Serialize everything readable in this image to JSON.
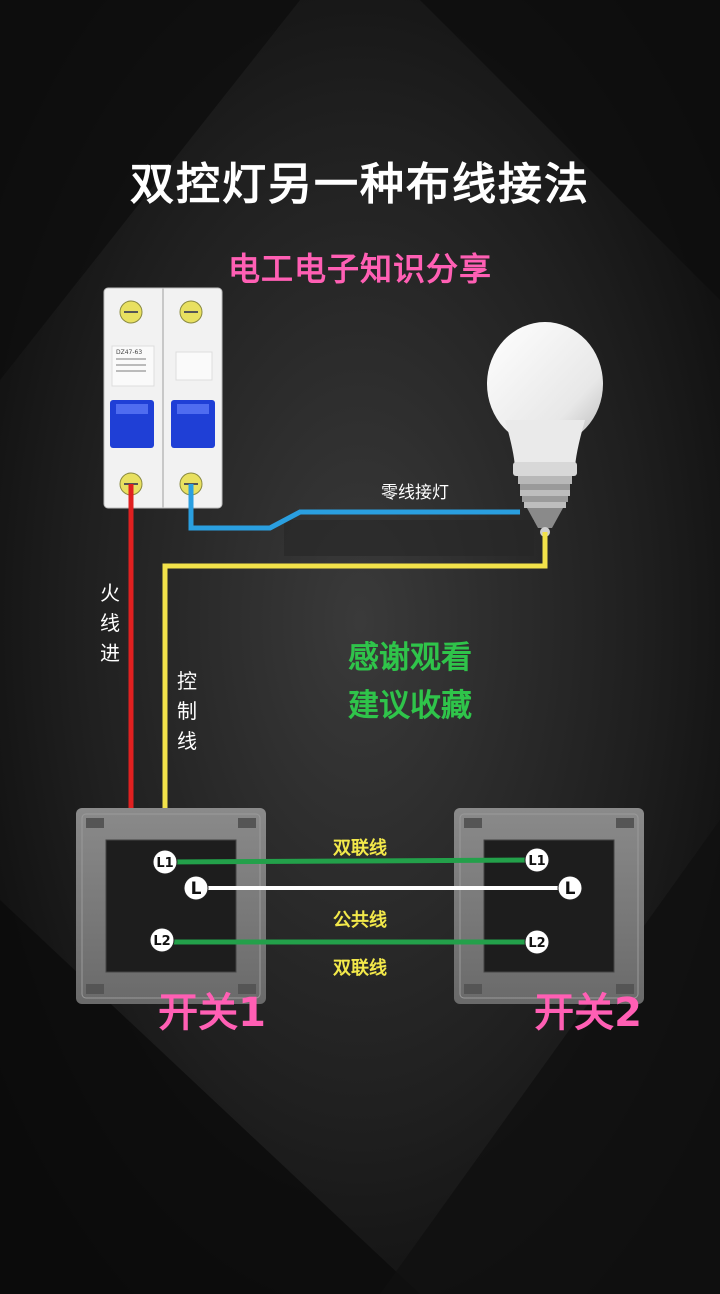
{
  "title": "双控灯另一种布线接法",
  "subtitle": "电工电子知识分享",
  "labels": {
    "live_in": "火线进",
    "control_wire": "控制线",
    "neutral_to_lamp": "零线接灯",
    "traveler_top": "双联线",
    "common": "公共线",
    "traveler_bottom": "双联线"
  },
  "thanks": {
    "line1": "感谢观看",
    "line2": "建议收藏"
  },
  "switch1": {
    "name": "开关1",
    "terminals": {
      "l1": "L1",
      "l": "L",
      "l2": "L2"
    }
  },
  "switch2": {
    "name": "开关2",
    "terminals": {
      "l1": "L1",
      "l": "L",
      "l2": "L2"
    }
  },
  "breaker": {
    "brand_text": "DZ47-63"
  },
  "colors": {
    "live_wire": "#e02020",
    "neutral_wire": "#2a9fe0",
    "control_wire": "#f2e24a",
    "traveler_wire": "#23a04a",
    "common_wire": "#ffffff",
    "title": "#ffffff",
    "subtitle": "#ff5fb4",
    "thanks": "#2fc44a"
  }
}
